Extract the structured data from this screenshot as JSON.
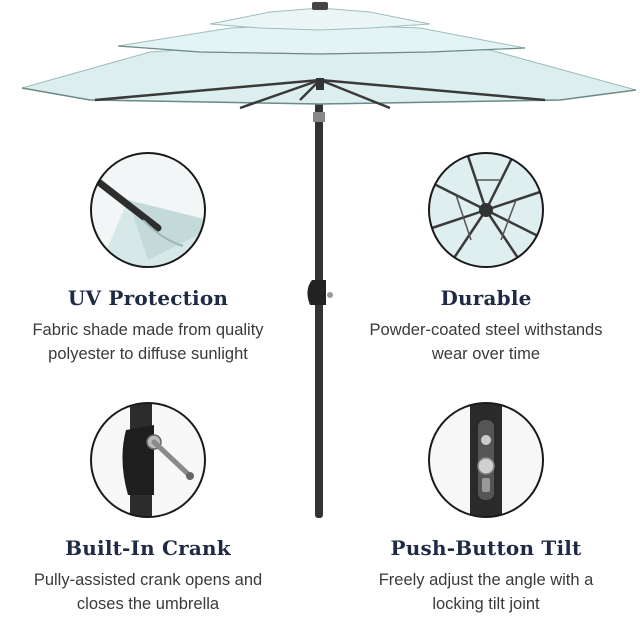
{
  "colors": {
    "canopy": "#dceeee",
    "canopy_shadow": "#bcd6d6",
    "rib": "#3a3a3a",
    "pole": "#333333",
    "title_navy": "#1f2a44",
    "body_text": "#3a3a3a"
  },
  "features": [
    {
      "title": "UV Protection",
      "desc_line1": "Fabric shade made from quality",
      "desc_line2": "polyester to diffuse sunlight",
      "icon": "fabric-closeup-icon"
    },
    {
      "title": "Durable",
      "desc_line1": "Powder-coated steel withstands",
      "desc_line2": "wear over time",
      "icon": "steel-ribs-closeup-icon"
    },
    {
      "title": "Built-In Crank",
      "desc_line1": "Pully-assisted crank opens and",
      "desc_line2": "closes the umbrella",
      "icon": "crank-closeup-icon"
    },
    {
      "title": "Push-Button Tilt",
      "desc_line1": "Freely adjust the angle with a",
      "desc_line2": "locking tilt joint",
      "icon": "tilt-button-closeup-icon"
    }
  ]
}
